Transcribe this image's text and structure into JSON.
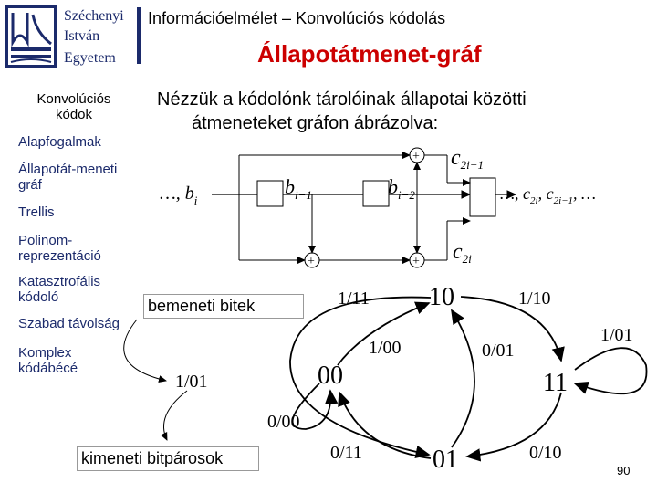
{
  "university": {
    "line1": "Széchenyi",
    "line2": "István",
    "line3": "Egyetem"
  },
  "header": {
    "title": "Információelmélet – Konvolúciós kódolás"
  },
  "slide": {
    "title": "Állapotátmenet-gráf"
  },
  "sidebar": {
    "heading": "Konvolúciós kódok",
    "items": [
      {
        "label": "Alapfogalmak"
      },
      {
        "label": "Állapotát-meneti gráf"
      },
      {
        "label": "Trellis"
      },
      {
        "label": "Polinom-reprezentáció"
      },
      {
        "label": "Katasztrofális kódoló"
      },
      {
        "label": "Szabad távolság"
      },
      {
        "label": "Komplex kódábécé"
      }
    ]
  },
  "intro": {
    "line1": "Nézzük a kódolónk tárolóinak állapotai közötti",
    "line2": "átmeneteket gráfon ábrázolva:"
  },
  "encoder": {
    "input_prefix": "…, ",
    "b_i": "b",
    "b_i_sub": "i",
    "b_i1": "b",
    "b_i1_sub": "i−1",
    "b_i2": "b",
    "b_i2_sub": "i−2",
    "c_2i1": "c",
    "c_2i1_sub": "2i−1",
    "c_2i": "c",
    "c_2i_sub": "2i",
    "output_text": "…, c",
    "out_sub1": "2i",
    "out_c": ", c",
    "out_sub2": "2i−1",
    "out_tail": ", …",
    "plus": "+"
  },
  "graph": {
    "states": [
      "00",
      "10",
      "11",
      "01"
    ],
    "labels": [
      "1/11",
      "1/10",
      "1/01",
      "1/00",
      "0/01",
      "0/00",
      "0/11",
      "0/10"
    ],
    "legend_input": "bemeneti bitek",
    "legend_output": "kimeneti bitpárosok",
    "legend_example": "1/01"
  },
  "page_number": "90",
  "colors": {
    "brand": "#1b2a6b",
    "title": "#cc0000"
  }
}
